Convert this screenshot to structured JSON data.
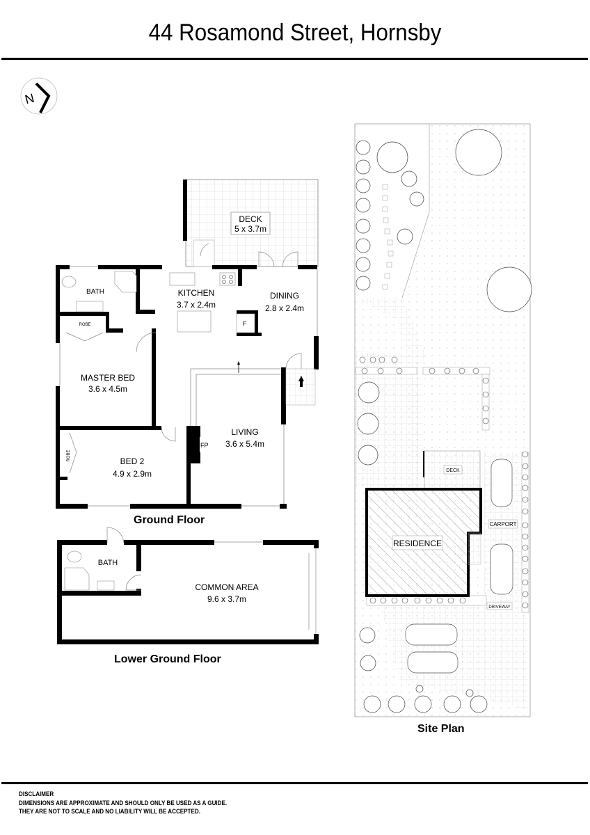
{
  "header": {
    "title": "44 Rosamond Street, Hornsby",
    "compass_label": "N"
  },
  "ground_floor": {
    "caption": "Ground Floor",
    "rooms": [
      {
        "name": "DECK",
        "size": "5 x 3.7m"
      },
      {
        "name": "BATH",
        "size": ""
      },
      {
        "name": "KITCHEN",
        "size": "3.7 x 2.4m"
      },
      {
        "name": "DINING",
        "size": "2.8 x 2.4m"
      },
      {
        "name": "ROBE",
        "size": ""
      },
      {
        "name": "MASTER BED",
        "size": "3.6 x 4.5m"
      },
      {
        "name": "BED 2",
        "size": "4.9 x 2.9m"
      },
      {
        "name": "LIVING",
        "size": "3.6 x 5.4m"
      },
      {
        "name": "ROBE",
        "size": ""
      }
    ],
    "fixtures": {
      "fridge": "F",
      "fireplace": "FP"
    }
  },
  "lower_ground_floor": {
    "caption": "Lower Ground Floor",
    "rooms": [
      {
        "name": "BATH",
        "size": ""
      },
      {
        "name": "COMMON AREA",
        "size": "9.6 x 3.7m"
      }
    ]
  },
  "site_plan": {
    "caption": "Site Plan",
    "labels": {
      "deck": "DECK",
      "residence": "RESIDENCE",
      "carport": "CARPORT",
      "driveway": "DRIVEWAY"
    }
  },
  "disclaimer": {
    "heading": "DISCLAIMER",
    "line1": "DIMENSIONS ARE APPROXIMATE AND SHOULD ONLY BE USED AS A  GUIDE.",
    "line2": "THEY ARE NOT TO SCALE AND NO LIABILITY WILL BE ACCEPTED."
  }
}
